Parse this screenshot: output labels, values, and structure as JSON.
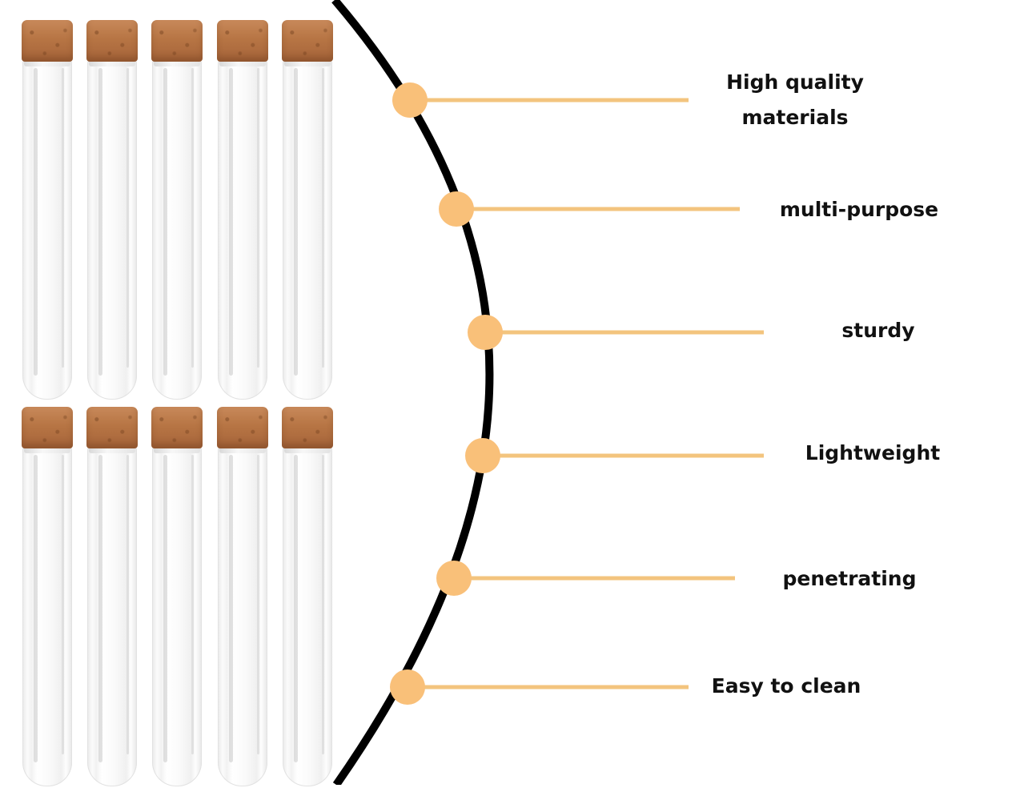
{
  "features": [
    {
      "label": "High quality\nmaterials"
    },
    {
      "label": "multi-purpose"
    },
    {
      "label": "sturdy"
    },
    {
      "label": "Lightweight"
    },
    {
      "label": "penetrating"
    },
    {
      "label": "Easy to clean"
    }
  ],
  "colors": {
    "arc": "#000000",
    "dot": "#f9c079",
    "connector": "#f3c47e",
    "text": "#111111",
    "cork": "#b77544"
  },
  "tubes": {
    "rows": 2,
    "columns": 5
  }
}
